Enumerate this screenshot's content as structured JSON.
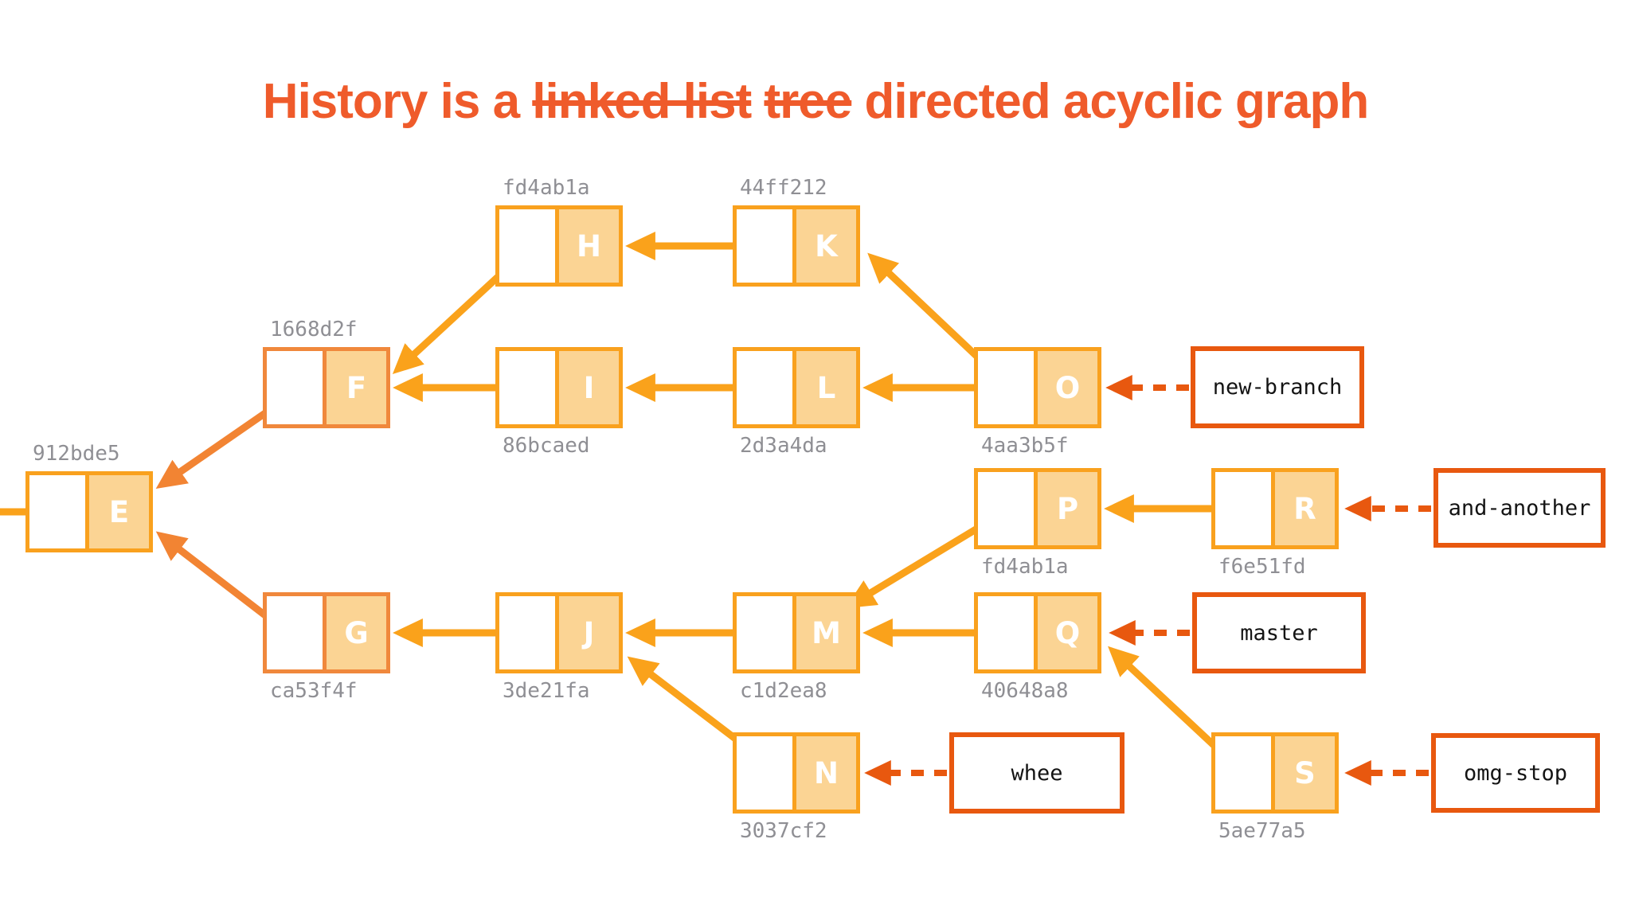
{
  "title": {
    "prefix": "History is a",
    "struck_words": [
      "linked list",
      "tree"
    ],
    "suffix": "directed acyclic graph"
  },
  "nodes": [
    {
      "letter": "E",
      "hash": "912bde5"
    },
    {
      "letter": "F",
      "hash": "1668d2f"
    },
    {
      "letter": "G",
      "hash": "ca53f4f"
    },
    {
      "letter": "H",
      "hash": "fd4ab1a"
    },
    {
      "letter": "I",
      "hash": "86bcaed"
    },
    {
      "letter": "J",
      "hash": "3de21fa"
    },
    {
      "letter": "K",
      "hash": "44ff212"
    },
    {
      "letter": "L",
      "hash": "2d3a4da"
    },
    {
      "letter": "M",
      "hash": "c1d2ea8"
    },
    {
      "letter": "N",
      "hash": "3037cf2"
    },
    {
      "letter": "O",
      "hash": "4aa3b5f"
    },
    {
      "letter": "P",
      "hash": "fd4ab1a"
    },
    {
      "letter": "Q",
      "hash": "40648a8"
    },
    {
      "letter": "R",
      "hash": "f6e51fd"
    },
    {
      "letter": "S",
      "hash": "5ae77a5"
    }
  ],
  "branches": [
    {
      "label": "new-branch",
      "points_to": "O"
    },
    {
      "label": "and-another",
      "points_to": "R"
    },
    {
      "label": "master",
      "points_to": "Q"
    },
    {
      "label": "whee",
      "points_to": "N"
    },
    {
      "label": "omg-stop",
      "points_to": "S"
    }
  ],
  "edges": [
    {
      "from": "F",
      "to": "E"
    },
    {
      "from": "G",
      "to": "E"
    },
    {
      "from": "H",
      "to": "F"
    },
    {
      "from": "I",
      "to": "F"
    },
    {
      "from": "J",
      "to": "G"
    },
    {
      "from": "K",
      "to": "H"
    },
    {
      "from": "L",
      "to": "I"
    },
    {
      "from": "M",
      "to": "J"
    },
    {
      "from": "N",
      "to": "J"
    },
    {
      "from": "O",
      "to": "L"
    },
    {
      "from": "O",
      "to": "K"
    },
    {
      "from": "P",
      "to": "M"
    },
    {
      "from": "Q",
      "to": "M"
    },
    {
      "from": "R",
      "to": "P"
    },
    {
      "from": "S",
      "to": "Q"
    }
  ],
  "dangling_pointer_from": "E",
  "colors": {
    "title": "#EF5B2B",
    "node_border": "#F9A11E",
    "node_border_warm": "#F0883C",
    "node_fill": "#FBD494",
    "letter": "#FFFFFF",
    "arrow": "#FAA21B",
    "arrow_warm": "#F28433",
    "branch_accent": "#E8580F",
    "hash_text": "#8F8F94"
  }
}
